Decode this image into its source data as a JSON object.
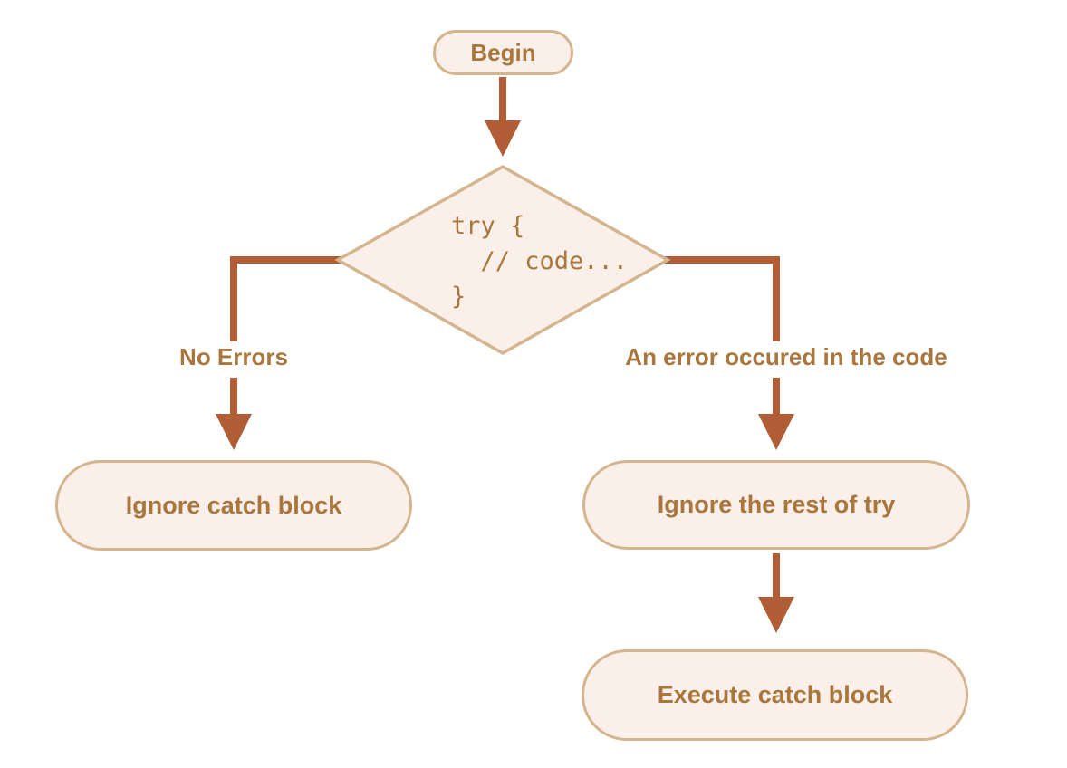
{
  "colors": {
    "background": "#ffffff",
    "node_fill": "#faf0e9",
    "node_border": "#d5b58f",
    "text": "#a9763d",
    "arrow": "#b15e37"
  },
  "nodes": {
    "begin": {
      "label": "Begin"
    },
    "try": {
      "code": "try {\n  // code...\n}"
    },
    "ignore_catch": {
      "label": "Ignore catch block"
    },
    "ignore_rest": {
      "label": "Ignore the rest of try"
    },
    "execute_catch": {
      "label": "Execute catch block"
    }
  },
  "edge_labels": {
    "no_errors": "No Errors",
    "error": "An error occured in the code"
  }
}
